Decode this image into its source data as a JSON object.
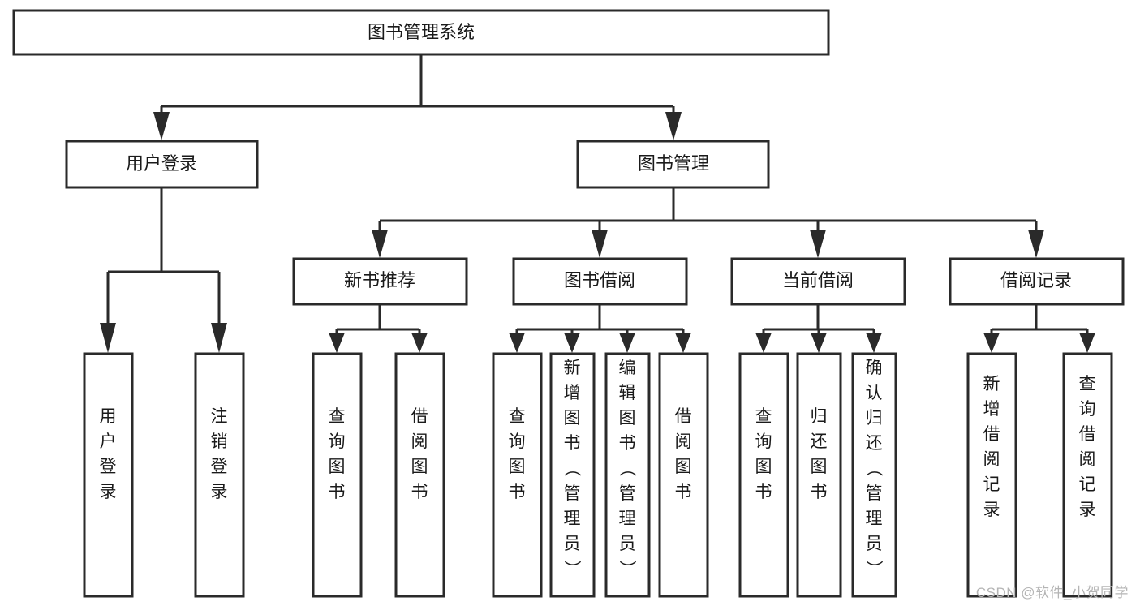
{
  "diagram": {
    "type": "tree",
    "orientation": "top-down",
    "title": "图书管理系统",
    "watermark": "CSDN @软件_小贺同学",
    "colors": {
      "stroke": "#2a2a2a",
      "fill": "#ffffff",
      "text": "#1a1a1a",
      "watermark": "#b4b4b4",
      "background": "#ffffff"
    },
    "root": {
      "id": "root",
      "label": "图书管理系统",
      "orient": "horizontal"
    },
    "level2": [
      {
        "id": "user-login",
        "label": "用户登录",
        "orient": "horizontal"
      },
      {
        "id": "book-manage",
        "label": "图书管理",
        "orient": "horizontal"
      }
    ],
    "level3": [
      {
        "id": "new-book-recommend",
        "label": "新书推荐",
        "orient": "horizontal",
        "parent": "book-manage"
      },
      {
        "id": "book-borrow",
        "label": "图书借阅",
        "orient": "horizontal",
        "parent": "book-manage"
      },
      {
        "id": "current-borrow",
        "label": "当前借阅",
        "orient": "horizontal",
        "parent": "book-manage"
      },
      {
        "id": "borrow-record",
        "label": "借阅记录",
        "orient": "horizontal",
        "parent": "book-manage"
      }
    ],
    "leaves": [
      {
        "id": "leaf-user-login",
        "label": "用户登录",
        "orient": "vertical",
        "parent": "user-login"
      },
      {
        "id": "leaf-user-logout",
        "label": "注销登录",
        "orient": "vertical",
        "parent": "user-login"
      },
      {
        "id": "leaf-query-book-1",
        "label": "查询图书",
        "orient": "vertical",
        "parent": "new-book-recommend"
      },
      {
        "id": "leaf-borrow-book-1",
        "label": "借阅图书",
        "orient": "vertical",
        "parent": "new-book-recommend"
      },
      {
        "id": "leaf-query-book-2",
        "label": "查询图书",
        "orient": "vertical",
        "parent": "book-borrow"
      },
      {
        "id": "leaf-add-book",
        "label": "新增图书（管理员）",
        "orient": "vertical",
        "parent": "book-borrow"
      },
      {
        "id": "leaf-edit-book",
        "label": "编辑图书（管理员）",
        "orient": "vertical",
        "parent": "book-borrow"
      },
      {
        "id": "leaf-borrow-book-2",
        "label": "借阅图书",
        "orient": "vertical",
        "parent": "book-borrow"
      },
      {
        "id": "leaf-query-book-3",
        "label": "查询图书",
        "orient": "vertical",
        "parent": "current-borrow"
      },
      {
        "id": "leaf-return-book",
        "label": "归还图书",
        "orient": "vertical",
        "parent": "current-borrow"
      },
      {
        "id": "leaf-confirm-return",
        "label": "确认归还（管理员）",
        "orient": "vertical",
        "parent": "current-borrow"
      },
      {
        "id": "leaf-add-record",
        "label": "新增借阅记录",
        "orient": "vertical",
        "parent": "borrow-record"
      },
      {
        "id": "leaf-query-record",
        "label": "查询借阅记录",
        "orient": "vertical",
        "parent": "borrow-record"
      }
    ]
  }
}
